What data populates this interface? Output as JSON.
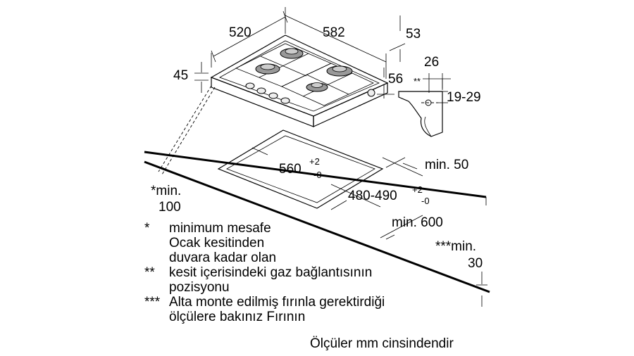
{
  "dimensions": {
    "width_520": "520",
    "width_582": "582",
    "depth_53": "53",
    "height_45": "45",
    "depth_56": "56",
    "connector_26": "26",
    "connector_star": "**",
    "connector_19_29": "19-29",
    "cutout_width": "560",
    "cutout_width_tol_plus": "+2",
    "cutout_width_tol_minus": "-0",
    "cutout_depth": "480-490",
    "cutout_depth_tol_plus": "+2",
    "cutout_depth_tol_minus": "-0",
    "min_50": "min. 50",
    "min_600": "min. 600",
    "min_100_a": "*min.",
    "min_100_b": "100",
    "min_30_a": "***min.",
    "min_30_b": "30"
  },
  "notes": [
    {
      "mark": "*",
      "lines": [
        "minimum mesafe",
        "Ocak kesitinden",
        "duvara kadar olan"
      ]
    },
    {
      "mark": "**",
      "lines": [
        "kesit içerisindeki gaz bağlantısının",
        "pozisyonu"
      ]
    },
    {
      "mark": "***",
      "lines": [
        "Alta monte edilmiş fırınla gerektirdiği",
        "ölçülere bakınız Fırının"
      ]
    }
  ],
  "footer": "Ölçüler mm cinsindendir"
}
